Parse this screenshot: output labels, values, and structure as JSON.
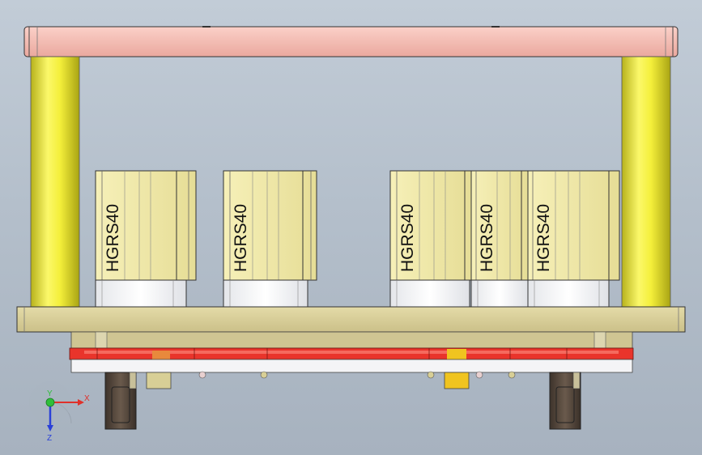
{
  "scene": {
    "cylinder_label": "HGRS40",
    "cylinder_count": 5,
    "axis_x_label": "X",
    "axis_y_label": "Y",
    "axis_z_label": "Z",
    "colors": {
      "background": "#b8c2ce",
      "top_plate": "#f4bcb4",
      "guide_post": "#f2ee3a",
      "cylinder_body": "#efe8a6",
      "base_plate": "#d9cf9a",
      "bottom_bar": "#e8322a",
      "clamp": "#5a4b3e",
      "axis_x": "#e0302a",
      "axis_y": "#2fbf3a",
      "axis_z": "#2a40d8"
    }
  }
}
